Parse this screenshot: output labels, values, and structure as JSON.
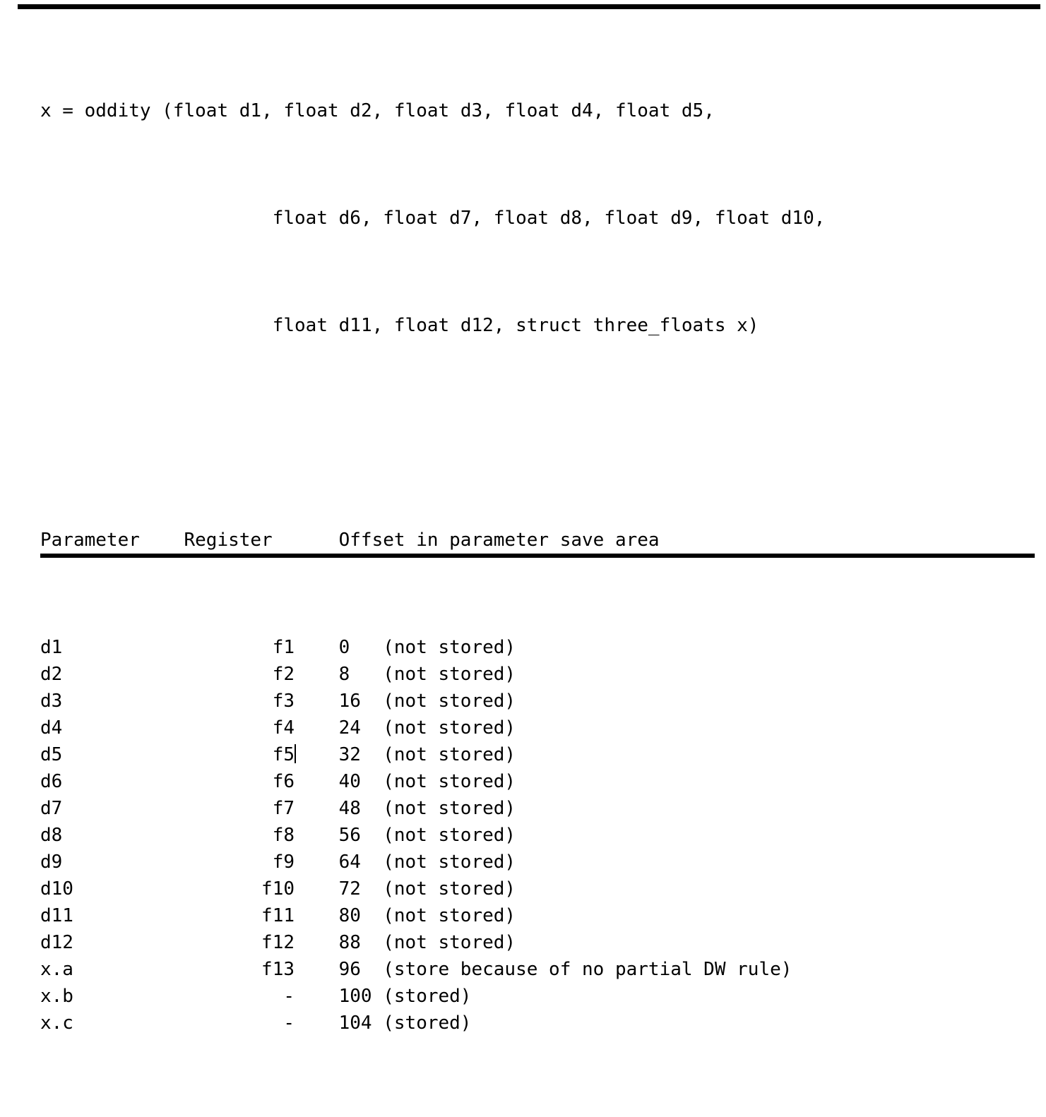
{
  "document": {
    "kind": "code-listing-figure",
    "rules": {
      "top": "horizontal-rule",
      "bottom": "horizontal-rule"
    }
  },
  "signature": {
    "lines": [
      "x = oddity (float d1, float d2, float d3, float d4, float d5,",
      "float d6, float d7, float d8, float d9, float d10,",
      "float d11, float d12, struct three_floats x)"
    ],
    "line1": "x = oddity (float d1, float d2, float d3, float d4, float d5,",
    "line2": "float d6, float d7, float d8, float d9, float d10,",
    "line3": "float d11, float d12, struct three_floats x)"
  },
  "table": {
    "headers": {
      "parameter": "Parameter",
      "register": "Register",
      "offset": "Offset in parameter save area"
    },
    "rows": [
      {
        "parameter": "d1",
        "register": "f1",
        "offset": "0",
        "note": "(not stored)"
      },
      {
        "parameter": "d2",
        "register": "f2",
        "offset": "8",
        "note": "(not stored)"
      },
      {
        "parameter": "d3",
        "register": "f3",
        "offset": "16",
        "note": "(not stored)"
      },
      {
        "parameter": "d4",
        "register": "f4",
        "offset": "24",
        "note": "(not stored)"
      },
      {
        "parameter": "d5",
        "register": "f5",
        "offset": "32",
        "note": "(not stored)"
      },
      {
        "parameter": "d6",
        "register": "f6",
        "offset": "40",
        "note": "(not stored)"
      },
      {
        "parameter": "d7",
        "register": "f7",
        "offset": "48",
        "note": "(not stored)"
      },
      {
        "parameter": "d8",
        "register": "f8",
        "offset": "56",
        "note": "(not stored)"
      },
      {
        "parameter": "d9",
        "register": "f9",
        "offset": "64",
        "note": "(not stored)"
      },
      {
        "parameter": "d10",
        "register": "f10",
        "offset": "72",
        "note": "(not stored)"
      },
      {
        "parameter": "d11",
        "register": "f11",
        "offset": "80",
        "note": "(not stored)"
      },
      {
        "parameter": "d12",
        "register": "f12",
        "offset": "88",
        "note": "(not stored)"
      },
      {
        "parameter": "x.a",
        "register": "f13",
        "offset": "96",
        "note": "(store because of no partial DW rule)"
      },
      {
        "parameter": "x.b",
        "register": "-",
        "offset": "100",
        "note": "(stored)"
      },
      {
        "parameter": "x.c",
        "register": "-",
        "offset": "104",
        "note": "(stored)"
      }
    ]
  },
  "caret": {
    "visible": true,
    "after_row_index": 4,
    "after_field": "register",
    "color": "#000000"
  },
  "colors": {
    "text": "#000000",
    "background": "#ffffff",
    "rule": "#000000"
  }
}
